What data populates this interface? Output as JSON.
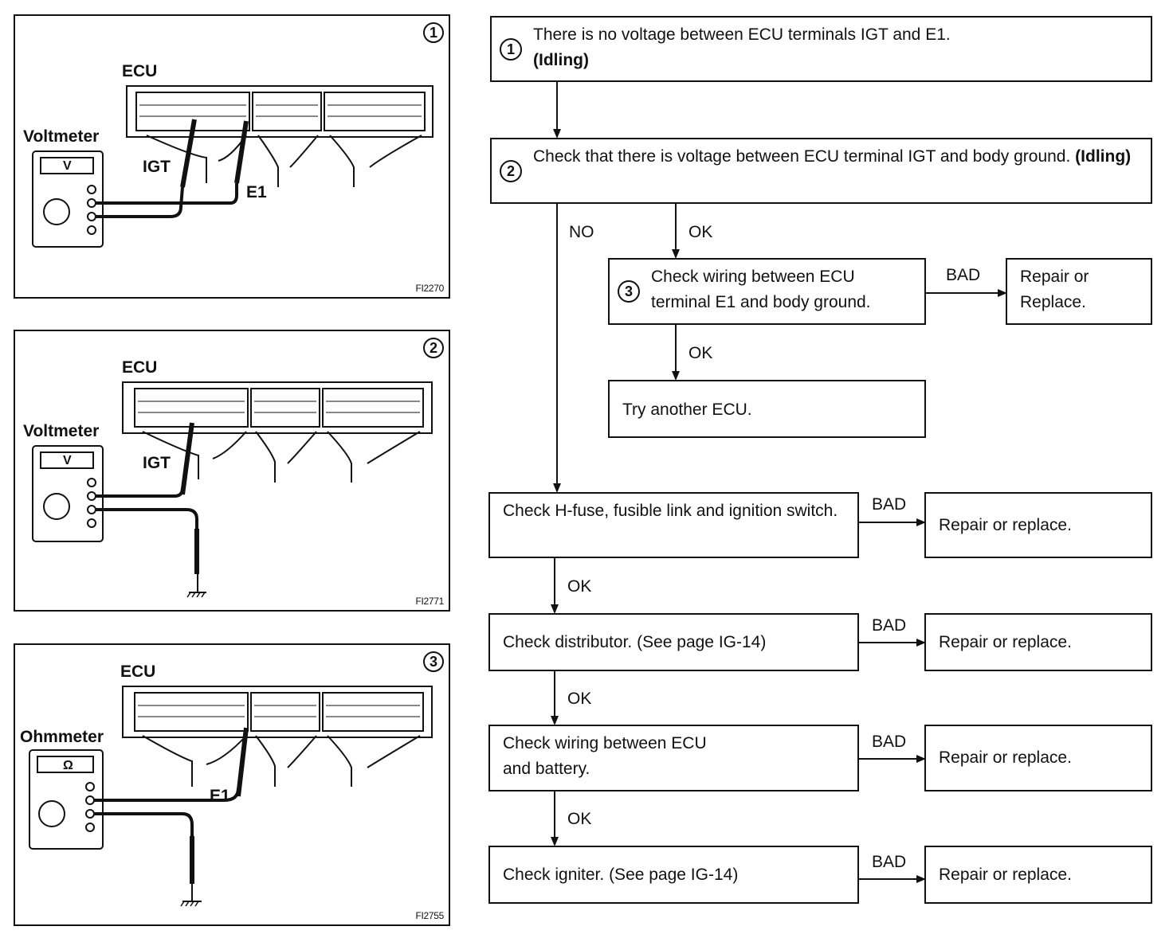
{
  "figures": [
    {
      "number": "1",
      "code": "FI2270",
      "ecu_label": "ECU",
      "meter_label": "Voltmeter",
      "meter_symbol": "V",
      "probe_labels": [
        "IGT",
        "E1"
      ]
    },
    {
      "number": "2",
      "code": "FI2771",
      "ecu_label": "ECU",
      "meter_label": "Voltmeter",
      "meter_symbol": "V",
      "probe_labels": [
        "IGT"
      ]
    },
    {
      "number": "3",
      "code": "FI2755",
      "ecu_label": "ECU",
      "meter_label": "Ohmmeter",
      "meter_symbol": "Ω",
      "probe_labels": [
        "E1"
      ]
    }
  ],
  "flowchart": {
    "step1": {
      "num": "1",
      "text": "There is no voltage between ECU terminals IGT and E1.",
      "bold": "(Idling)"
    },
    "step2": {
      "num": "2",
      "text": "Check that there is voltage between ECU terminal IGT and body ground.",
      "bold": "(Idling)"
    },
    "step3": {
      "num": "3",
      "text": "Check wiring between ECU terminal E1 and body ground."
    },
    "repair_step3": "Repair or Replace.",
    "try_ecu": "Try another ECU.",
    "check_fuse": "Check H-fuse, fusible link and ignition switch.",
    "check_distributor": "Check distributor. (See page IG-14)",
    "check_wiring_battery": "Check wiring between ECU and battery.",
    "check_igniter": "Check igniter. (See page IG-14)",
    "repair": "Repair or replace.",
    "labels": {
      "no": "NO",
      "ok": "OK",
      "bad": "BAD"
    }
  }
}
